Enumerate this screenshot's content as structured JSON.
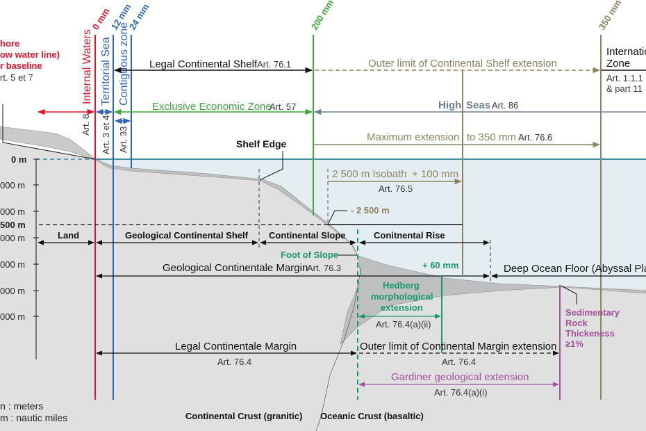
{
  "colors": {
    "sea": "#e4eef2",
    "land": "#e0e0e0",
    "sediment": "#bdbfc0",
    "sea_surface": "#3a8ea0",
    "red": "#e0142a",
    "blue": "#2e64b0",
    "green": "#3aa83a",
    "khaki": "#8f8260",
    "teal_green": "#1a9a6a",
    "purple": "#a0529a",
    "slate": "#6a8290",
    "black": "#111111"
  },
  "limits": {
    "baseline": "0 mm",
    "territorial": "12 mm",
    "contiguous": "24 mm",
    "eez": "200 mm",
    "max": "350 mm"
  },
  "shore": {
    "line1": "hore",
    "line2": "ow water line)",
    "line3": "r baseline",
    "art": "rt. 5 et 7"
  },
  "zones": {
    "internal_waters": "Internal Waters",
    "internal_art": "Art. 8",
    "territorial_sea": "Territorial Sea",
    "territorial_art": "Art. 3 et 4",
    "contiguous_zone": "Contiguous zone",
    "contiguous_art": "Art. 33",
    "legal_shelf": "Legal Continental Shelf",
    "legal_shelf_art": "Art. 76.1",
    "outer_limit_shelf": "Outer limit of Continental Shelf extension",
    "international_zone_1": "Internatio",
    "international_zone_2": "Zone",
    "international_art_1": "Art. 1.1.1",
    "international_art_2": "& part 11",
    "eez": "Exclusive Economic Zone",
    "eez_art": "Art. 57",
    "high": "High",
    "seas": "Seas",
    "high_seas_art": "Art. 86",
    "max_ext": "Maximum extension",
    "max_ext_2": "to 350 mm",
    "max_ext_art": "Art. 76.6"
  },
  "features": {
    "shelf_edge": "Shelf Edge",
    "isobath": "2 500 m Isobath",
    "isobath_plus": "+ 100 mm",
    "isobath_art": "Art. 76.5",
    "minus_2500": "- 2 500 m",
    "land": "Land",
    "geo_shelf": "Geological Continental Shelf",
    "cont_slope": "Continental Slope",
    "cont_rise": "Conitnental Rise",
    "foot_of_slope": "Foot of Slope",
    "plus_60": "+ 60 mm",
    "geo_margin": "Geological Continentale Margin",
    "geo_margin_art": "Art. 76.3",
    "deep_ocean": "Deep Ocean Floor (Abyssal Plai",
    "hedberg_1": "Hedberg",
    "hedberg_2": "morphological",
    "hedberg_3": "extension",
    "hedberg_art": "Art. 76.4(a)(ii)",
    "sed_1": "Sedimentary",
    "sed_2": "Rock",
    "sed_3": "Thickeness",
    "sed_4": "≥1%",
    "legal_margin": "Legal Continentale Margin",
    "legal_margin_art": "Art. 76.4",
    "outer_margin": "Outer limit of Continental Margin extension",
    "outer_margin_art": "Art. 76.4",
    "gardiner": "Gardiner geological extension",
    "gardiner_art": "Art. 76.4(a)(i)",
    "cont_crust": "Continental Crust (granitic)",
    "ocean_crust": "Oceanic Crust (basaltic)"
  },
  "depth_axis": [
    "0 m",
    "000 m",
    "000 m",
    "500 m",
    "000 m",
    "000 m",
    "000 m",
    "000 m"
  ],
  "legend": {
    "m": "n : meters",
    "mm": "m : nautic miles"
  }
}
